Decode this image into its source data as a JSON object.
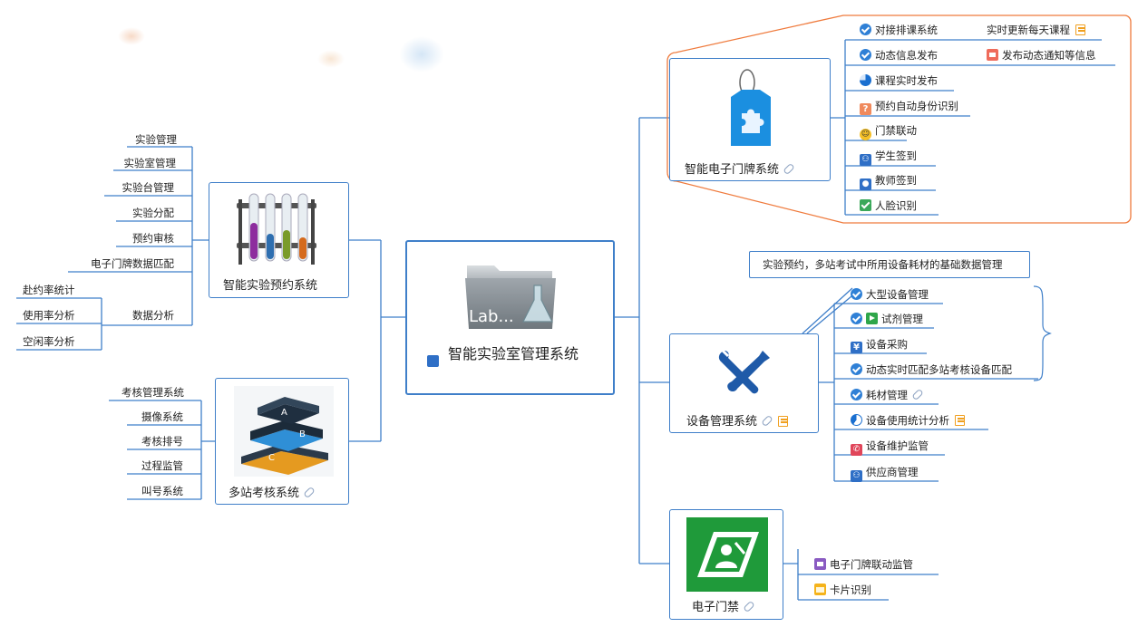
{
  "central": {
    "title": "智能实验室管理系统",
    "image_text": "Lab..."
  },
  "left_nodes": {
    "booking": {
      "title": "智能实验预约系统",
      "items": [
        "实验管理",
        "实验室管理",
        "实验台管理",
        "实验分配",
        "预约审核",
        "电子门牌数据匹配",
        "数据分析"
      ],
      "analysis_items": [
        "赴约率统计",
        "使用率分析",
        "空闲率分析"
      ]
    },
    "exam": {
      "title": "多站考核系统",
      "items": [
        "考核管理系统",
        "摄像系统",
        "考核排号",
        "过程监管",
        "叫号系统"
      ]
    }
  },
  "right_nodes": {
    "doorplate": {
      "title": "智能电子门牌系统",
      "items": [
        "对接排课系统",
        "动态信息发布",
        "课程实时发布",
        "预约自动身份识别",
        "门禁联动",
        "学生签到",
        "教师签到",
        "人脸识别"
      ],
      "sub_items": [
        "实时更新每天课程",
        "发布动态通知等信息"
      ]
    },
    "equipment": {
      "title": "设备管理系统",
      "callout": "实验预约，多站考试中所用设备耗材的基础数据管理",
      "items": [
        "大型设备管理",
        "试剂管理",
        "设备采购",
        "动态实时匹配多站考核设备匹配",
        "耗材管理",
        "设备使用统计分析",
        "设备维护监管",
        "供应商管理"
      ]
    },
    "access": {
      "title": "电子门禁",
      "items": [
        "电子门牌联动监管",
        "卡片识别"
      ]
    }
  },
  "colors": {
    "branch": "#3f7fc9",
    "highlight": "#ef7a3c"
  },
  "icons": [
    "check-icon",
    "pie-icon",
    "question-icon",
    "smile-icon",
    "users-icon",
    "user-icon",
    "green-check-icon",
    "play-icon",
    "yen-icon",
    "phone-icon",
    "message-icon",
    "monitor-icon",
    "folder-icon",
    "note-icon",
    "link-icon"
  ]
}
